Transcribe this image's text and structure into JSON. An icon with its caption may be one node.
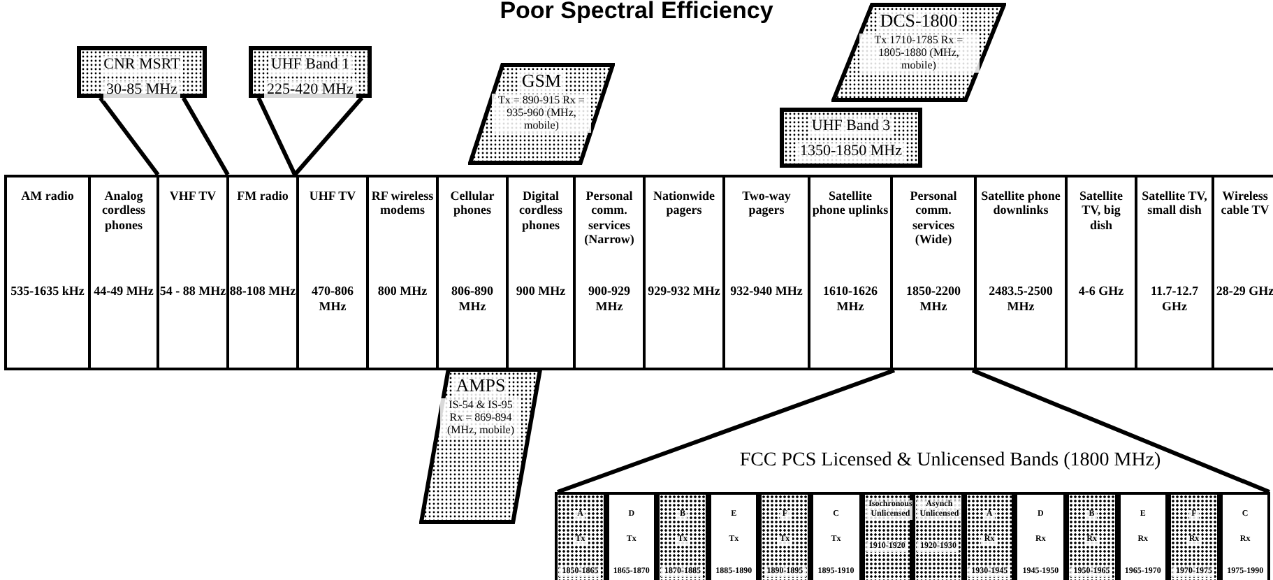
{
  "diagram": {
    "title": "Poor Spectral Efficiency",
    "nodes": [
      {
        "text": [
          "CNR MSRT",
          "30-85 MHz"
        ]
      },
      {
        "text": [
          "UHF Band 1",
          "225-420 MHz"
        ]
      },
      {
        "text": [
          "GSM",
          "Tx = 890-915 Rx = 935-960 (MHz, mobile)"
        ]
      },
      {
        "text": [
          "DCS-1800",
          "Tx 1710-1785 Rx = 1805-1880 (MHz, mobile)"
        ]
      },
      {
        "text": [
          "UHF Band 3",
          "1350-1850 MHz"
        ]
      },
      {
        "text": [
          "AM radio",
          "535-1635 kHz"
        ]
      },
      {
        "text": [
          "Analog cordless phones",
          "44-49 MHz"
        ]
      },
      {
        "text": [
          "VHF TV",
          "54 - 88 MHz"
        ]
      },
      {
        "text": [
          "FM radio",
          "88-108 MHz"
        ]
      },
      {
        "text": [
          "UHF TV",
          "470-806 MHz"
        ]
      },
      {
        "text": [
          "RF wireless modems",
          "800 MHz"
        ]
      },
      {
        "text": [
          "Cellular phones",
          "806-890 MHz"
        ]
      },
      {
        "text": [
          "Digital cordless phones",
          "900 MHz"
        ]
      },
      {
        "text": [
          "Personal comm. services (Narrow)",
          "900-929 MHz"
        ]
      },
      {
        "text": [
          "Nationwide pagers",
          "929-932 MHz"
        ]
      },
      {
        "text": [
          "Two-way pagers",
          "932-940 MHz"
        ]
      },
      {
        "text": [
          "Satellite phone uplinks",
          "1610-1626 MHz"
        ]
      },
      {
        "text": [
          "Personal comm. services (Wide)",
          "1850-2200 MHz"
        ]
      },
      {
        "text": [
          "Satellite phone downlinks",
          "2483.5-2500 MHz"
        ]
      },
      {
        "text": [
          "Satellite TV, big dish",
          "4-6 GHz"
        ]
      },
      {
        "text": [
          "Satellite TV, small dish",
          "11.7-12.7 GHz"
        ]
      },
      {
        "text": [
          "Wireless cable TV",
          "28-29 GHz"
        ]
      },
      {
        "text": [
          "AMPS",
          "IS-54 & IS-95 Rx = 869-894 (MHz, mobile)"
        ]
      },
      {
        "text": [
          "A",
          "Tx",
          "1850-1865"
        ]
      },
      {
        "text": [
          "D",
          "Tx",
          "1865-1870"
        ]
      },
      {
        "text": [
          "B",
          "Tx",
          "1870-1885"
        ]
      },
      {
        "text": [
          "E",
          "Tx",
          "1885-1890"
        ]
      },
      {
        "text": [
          "F",
          "Tx",
          "1890-1895"
        ]
      },
      {
        "text": [
          "C",
          "Tx",
          "1895-1910"
        ]
      },
      {
        "text": [
          "Isochronous Unlicensed",
          "1910-1920"
        ]
      },
      {
        "text": [
          "Asynch Unlicensed",
          "1920-1930"
        ]
      },
      {
        "text": [
          "A",
          "Rx",
          "1930-1945"
        ]
      },
      {
        "text": [
          "D",
          "Rx",
          "1945-1950"
        ]
      },
      {
        "text": [
          "B",
          "Rx",
          "1950-1965"
        ]
      },
      {
        "text": [
          "E",
          "Rx",
          "1965-1970"
        ]
      },
      {
        "text": [
          "F",
          "Rx",
          "1970-1975"
        ]
      },
      {
        "text": [
          "C",
          "Rx",
          "1975-1990"
        ]
      }
    ],
    "edges": [
      {
        "from": 0,
        "to": 7,
        "arrow": "none"
      },
      {
        "from": 1,
        "to": null,
        "arrow": "none"
      },
      {
        "from": 17,
        "to": 23,
        "arrow": "none"
      },
      {
        "from": 17,
        "to": 36,
        "arrow": "none"
      }
    ],
    "labels": [
      "FCC PCS Licensed & Unlicensed Bands (1800 MHz)"
    ]
  }
}
